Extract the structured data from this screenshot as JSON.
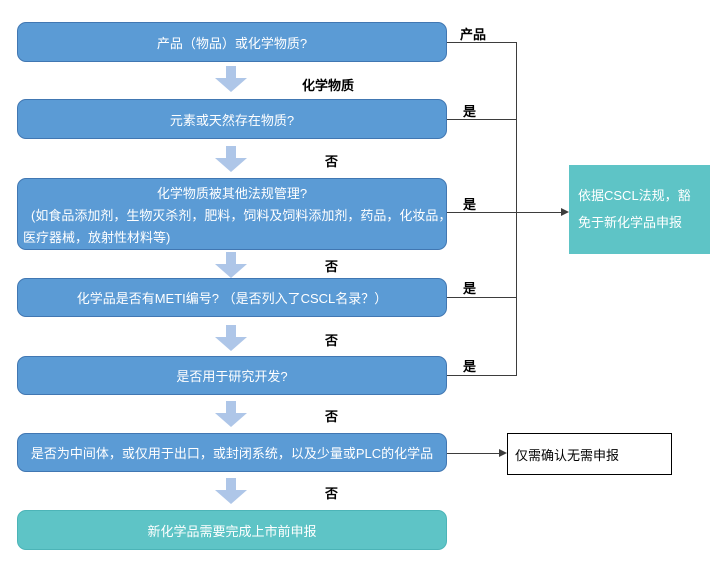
{
  "flow": {
    "nodes": {
      "product_or_chemical": {
        "label": "产品（物品）或化学物质?"
      },
      "element_or_natural": {
        "label": "元素或天然存在物质?"
      },
      "other_regulations": {
        "lines": [
          "化学物质被其他法规管理?",
          "(如食品添加剂，生物灭杀剂，肥料，饲料及饲料添加剂，药品，化妆品，",
          "医疗器械，放射性材料等)"
        ]
      },
      "meti_number": {
        "label": "化学品是否有METI编号? （是否列入了CSCL名录？）"
      },
      "research_development": {
        "label": "是否用于研究开发?"
      },
      "intermediate_export": {
        "label": "是否为中间体，或仅用于出口，或封闭系统，以及少量或PLC的化学品"
      },
      "premarket_notification": {
        "label": "新化学品需要完成上市前申报"
      },
      "cscl_exempt": {
        "lines": [
          "依据CSCL法规，豁",
          "免于新化学品申报"
        ]
      },
      "confirm_only": {
        "label": "仅需确认无需申报"
      }
    },
    "labels": {
      "product": "产品",
      "chemical_substance": "化学物质",
      "yes": "是",
      "no": "否"
    }
  },
  "colors": {
    "question_fill": "#5b9bd5",
    "question_border": "#4177b2",
    "result_fill": "#5ec4c6",
    "result_border": "#4cb4b7",
    "arrow_fill": "#aec6e8",
    "connector_line": "#3d3d3d",
    "box_text": "#ffffff",
    "label_text": "#000000"
  }
}
